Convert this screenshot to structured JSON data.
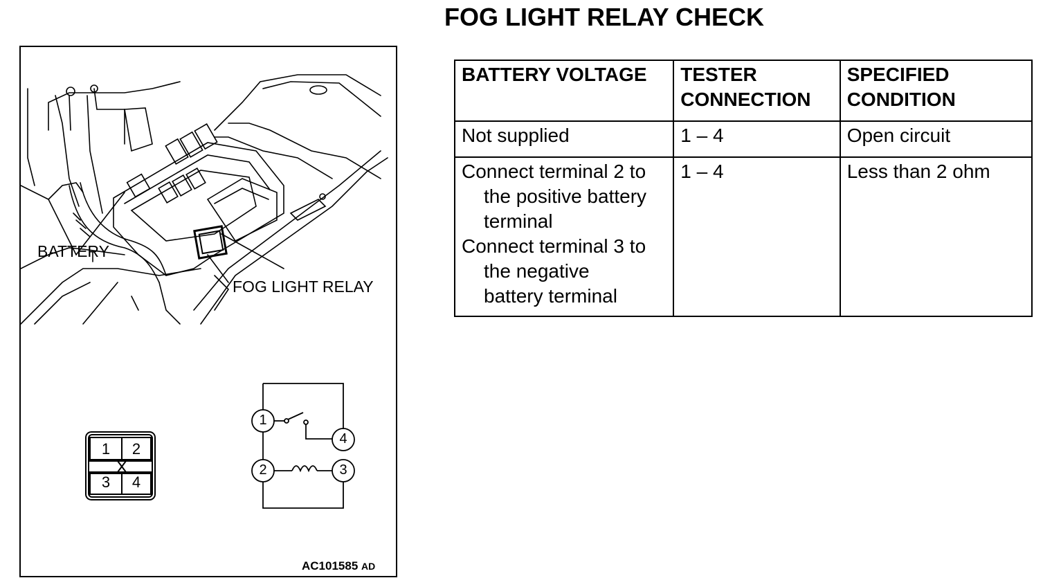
{
  "title": "FOG LIGHT RELAY CHECK",
  "figure": {
    "callouts": {
      "battery": "BATTERY",
      "relay": "FOG LIGHT RELAY"
    },
    "connector_terminals": [
      "1",
      "2",
      "3",
      "4"
    ],
    "circuit_nodes": [
      "1",
      "2",
      "3",
      "4"
    ],
    "code": "AC101585",
    "code_suffix": "AD"
  },
  "table": {
    "headers": {
      "col1": "BATTERY VOLTAGE",
      "col2_line1": "TESTER",
      "col2_line2": "CONNECTION",
      "col3_line1": "SPECIFIED",
      "col3_line2": "CONDITION"
    },
    "rows": [
      {
        "battery_voltage": "Not supplied",
        "tester_connection": "1 – 4",
        "specified_condition": "Open circuit"
      },
      {
        "step1_line1": "Connect terminal 2 to",
        "step1_line2": "the positive battery",
        "step1_line3": "terminal",
        "step2_line1": "Connect terminal 3 to",
        "step2_line2": "the negative",
        "step2_line3": "battery terminal",
        "tester_connection": "1 – 4",
        "specified_condition": "Less than 2 ohm"
      }
    ]
  }
}
